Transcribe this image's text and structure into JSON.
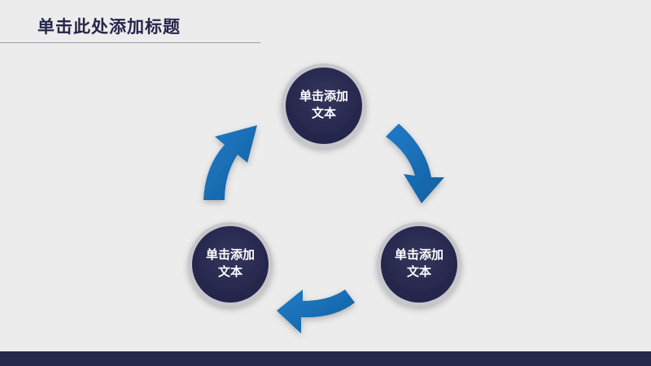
{
  "slide": {
    "title": "单击此处添加标题"
  },
  "diagram": {
    "nodes": [
      {
        "label": "单击添加文本"
      },
      {
        "label": "单击添加文本"
      },
      {
        "label": "单击添加文本"
      }
    ]
  },
  "colors": {
    "background": "#ececec",
    "node_fill": "#2a2b4d",
    "node_ring": "#bdbdc3",
    "arrow": "#1a6fb8",
    "title": "#26264a",
    "footer": "#26294b"
  },
  "icons": [
    "cycle-arrow-icon"
  ]
}
